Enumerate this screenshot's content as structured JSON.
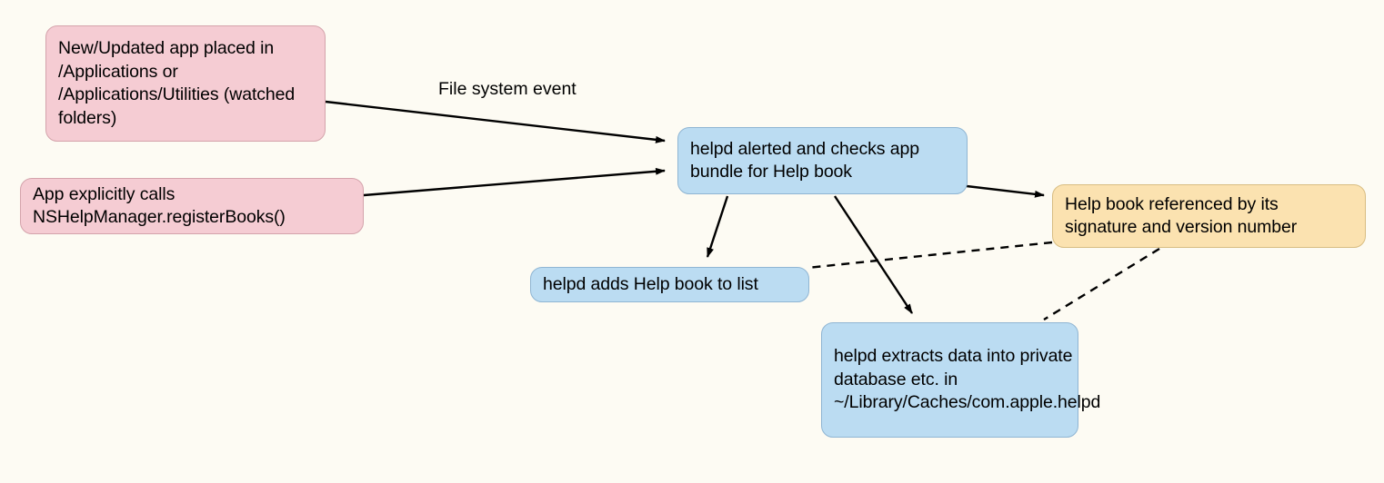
{
  "diagram": {
    "title": "helpd Help Book Registration Flow",
    "background_color": "#fdfbf3",
    "nodes": [
      {
        "id": "new-app",
        "text": "New/Updated app placed in /Applications or /Applications/Utilities (watched folders)",
        "lines": [
          "New/Updated app placed",
          "in /Applications or /",
          "Applications/Utilities",
          "(watched folders)"
        ],
        "fill": "#f5ccd3",
        "kind": "trigger"
      },
      {
        "id": "explicit-call",
        "text": "App explicitly calls NSHelpManager.registerBooks()",
        "lines": [
          "App explicitly calls",
          "NSHelpManager.registerBooks()"
        ],
        "fill": "#f5ccd3",
        "kind": "trigger"
      },
      {
        "id": "helpd-alerted",
        "text": "helpd alerted and checks app bundle for Help book",
        "lines": [
          "helpd alerted and checks",
          "app bundle for Help book"
        ],
        "fill": "#bbdcf2",
        "kind": "process"
      },
      {
        "id": "help-referenced",
        "text": "Help book referenced by its signature and version number",
        "lines": [
          "Help book referenced by its",
          "signature and version number"
        ],
        "fill": "#fbe2b0",
        "kind": "note"
      },
      {
        "id": "adds-to-list",
        "text": "helpd adds Help book to list",
        "lines": [
          "helpd adds Help book to list"
        ],
        "fill": "#bbdcf2",
        "kind": "process"
      },
      {
        "id": "extracts-data",
        "text": "helpd extracts data into private database etc. in ~/Library/Caches/com.apple.helpd",
        "lines": [
          "helpd extracts data into",
          "private database etc. in",
          "~/Library/Caches/",
          "com.apple.helpd"
        ],
        "fill": "#bbdcf2",
        "kind": "process"
      }
    ],
    "edge_labels": [
      {
        "id": "fs-event",
        "text": "File system event"
      }
    ],
    "edges": [
      {
        "from": "new-app",
        "to": "helpd-alerted",
        "style": "solid",
        "arrow": true,
        "label": "File system event"
      },
      {
        "from": "explicit-call",
        "to": "helpd-alerted",
        "style": "solid",
        "arrow": true,
        "label": ""
      },
      {
        "from": "helpd-alerted",
        "to": "help-referenced",
        "style": "solid",
        "arrow": true,
        "label": ""
      },
      {
        "from": "helpd-alerted",
        "to": "adds-to-list",
        "style": "solid",
        "arrow": true,
        "label": ""
      },
      {
        "from": "helpd-alerted",
        "to": "extracts-data",
        "style": "solid",
        "arrow": true,
        "label": ""
      },
      {
        "from": "help-referenced",
        "to": "adds-to-list",
        "style": "dashed",
        "arrow": false,
        "label": ""
      },
      {
        "from": "help-referenced",
        "to": "extracts-data",
        "style": "dashed",
        "arrow": false,
        "label": ""
      }
    ]
  }
}
